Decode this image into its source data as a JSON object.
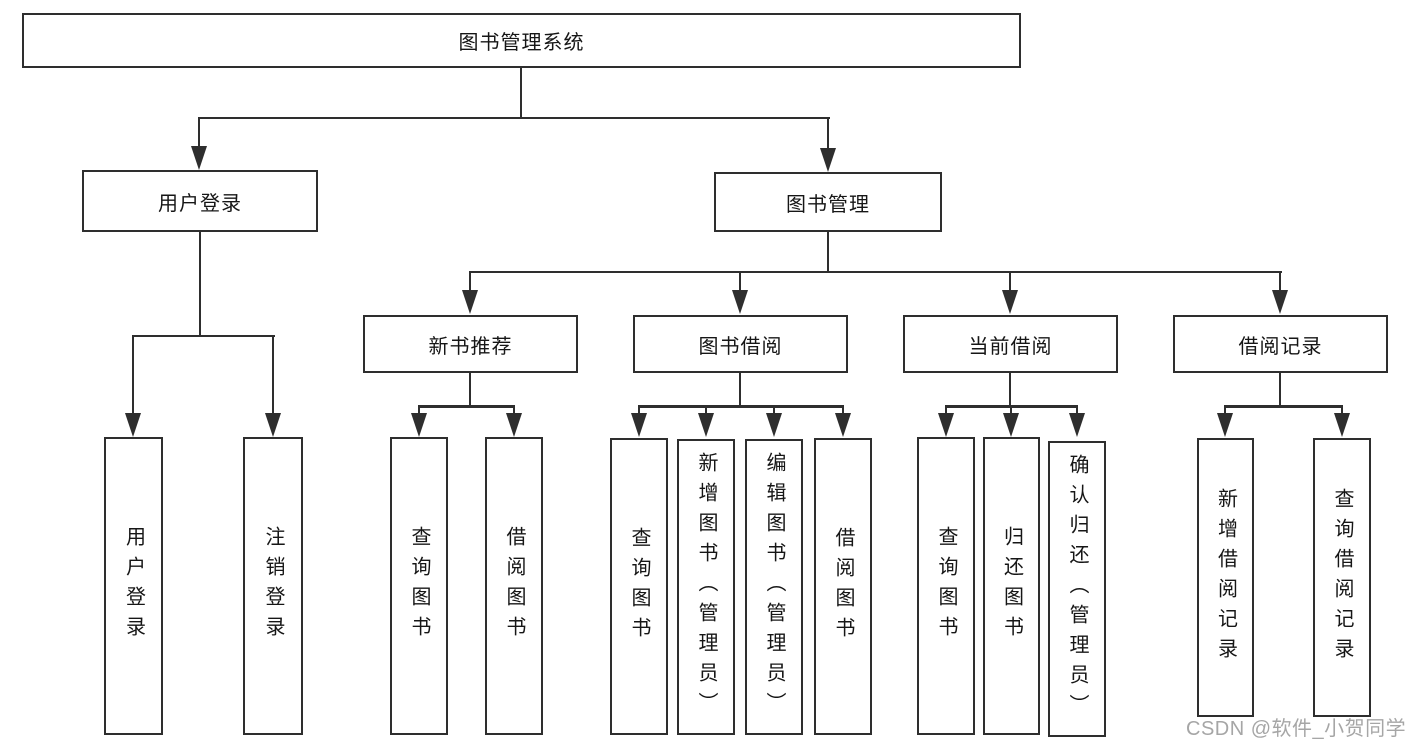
{
  "diagram": {
    "title": "图书管理系统",
    "level2": [
      {
        "label": "用户登录",
        "leaves": [
          "用户登录",
          "注销登录"
        ]
      },
      {
        "label": "图书管理",
        "children": [
          {
            "label": "新书推荐",
            "leaves": [
              "查询图书",
              "借阅图书"
            ]
          },
          {
            "label": "图书借阅",
            "leaves": [
              "查询图书",
              "新增图书（管理员）",
              "编辑图书（管理员）",
              "借阅图书"
            ]
          },
          {
            "label": "当前借阅",
            "leaves": [
              "查询图书",
              "归还图书",
              "确认归还（管理员）"
            ]
          },
          {
            "label": "借阅记录",
            "leaves": [
              "新增借阅记录",
              "查询借阅记录"
            ]
          }
        ]
      }
    ]
  },
  "watermark": {
    "text": "CSDN @软件_小贺同学"
  },
  "colors": {
    "line": "#2e2e2e",
    "text": "#161616",
    "background": "#ffffff",
    "watermark": "#a6a6a6"
  }
}
